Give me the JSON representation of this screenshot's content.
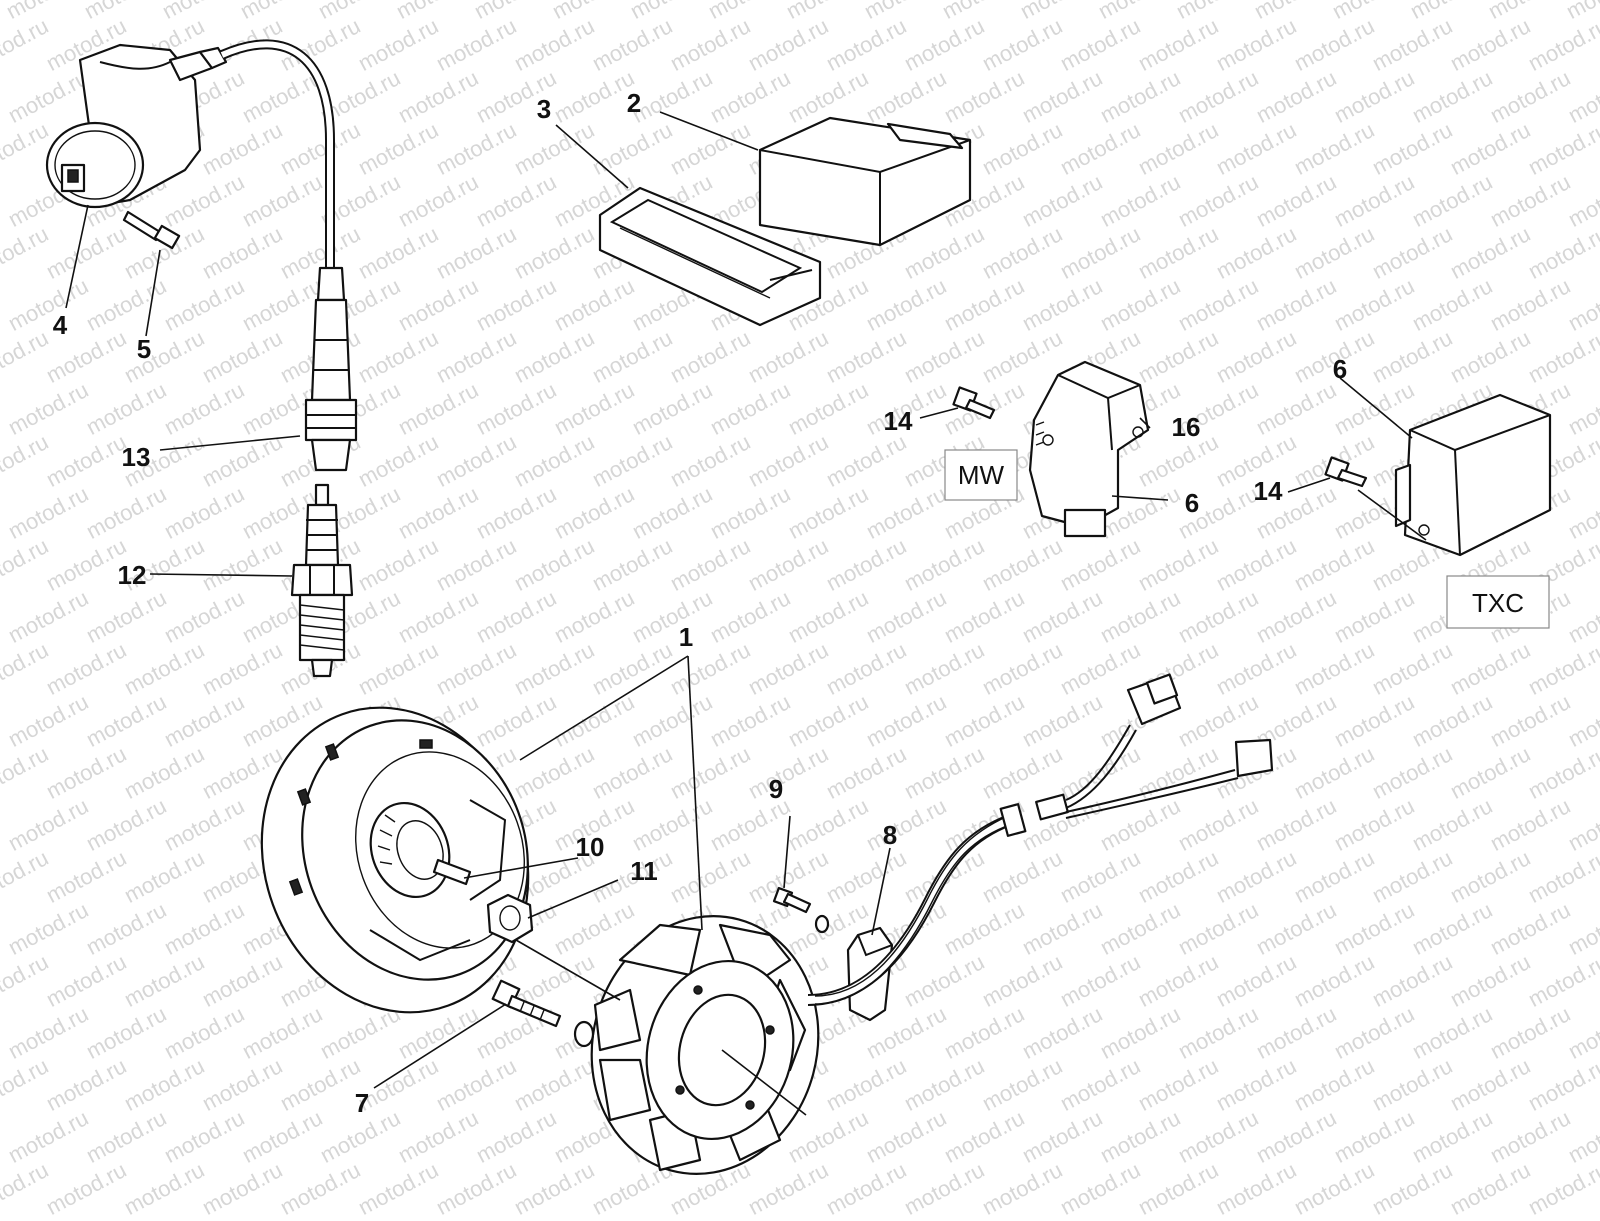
{
  "watermark": "motod.ru",
  "callouts": {
    "c1": "1",
    "c2": "2",
    "c3": "3",
    "c4": "4",
    "c5": "5",
    "c6a": "6",
    "c6b": "6",
    "c7": "7",
    "c8": "8",
    "c9": "9",
    "c10": "10",
    "c11": "11",
    "c12": "12",
    "c13": "13",
    "c14a": "14",
    "c14b": "14",
    "c16": "16"
  },
  "variant_labels": {
    "mw": "MW",
    "txc": "TXC"
  }
}
